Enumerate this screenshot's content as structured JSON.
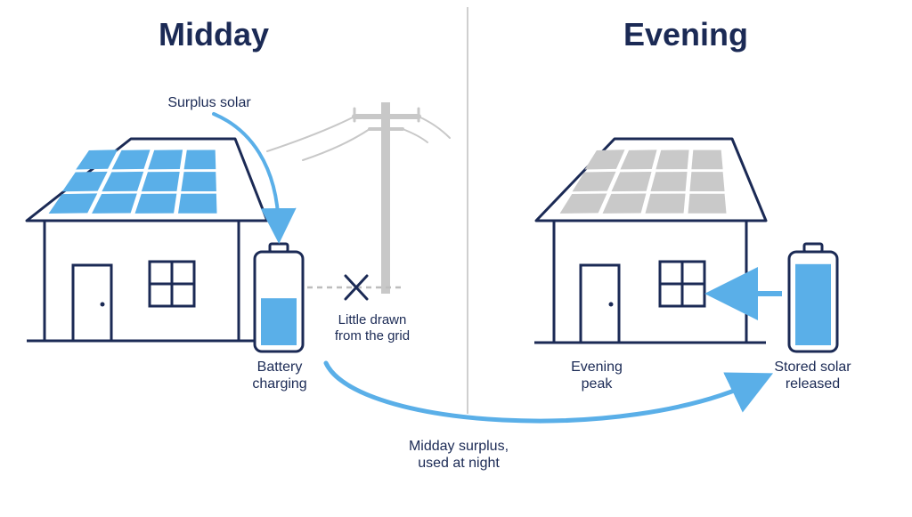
{
  "panels": {
    "left_title": "Midday",
    "right_title": "Evening"
  },
  "labels": {
    "surplus_solar": "Surplus solar",
    "battery_charging": "Battery\ncharging",
    "grid_draw": "Little drawn\nfrom the grid",
    "evening_peak": "Evening\npeak",
    "stored_released": "Stored solar\nreleased",
    "transfer": "Midday surplus,\nused at night"
  },
  "colors": {
    "outline": "#1b2a55",
    "accent_blue": "#5aafe8",
    "panel_active": "#5aafe8",
    "panel_inactive": "#c9c9c9",
    "grid_gray": "#c8c8c8"
  },
  "battery": {
    "midday_level": 0.55,
    "evening_level": 0.95
  }
}
